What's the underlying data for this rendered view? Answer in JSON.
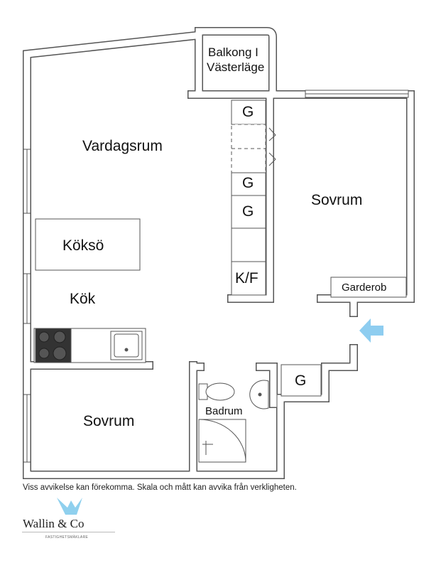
{
  "rooms": {
    "balcony": "Balkong I Västerläge",
    "balcony_line1": "Balkong I",
    "balcony_line2": "Västerläge",
    "living": "Vardagsrum",
    "island": "Köksö",
    "kitchen": "Kök",
    "bedroom_right": "Sovrum",
    "bedroom_left": "Sovrum",
    "bathroom": "Badrum",
    "wardrobe": "Garderob",
    "closet_g1": "G",
    "closet_g2": "G",
    "closet_g3": "G",
    "closet_g4": "G",
    "fridge": "K/F"
  },
  "disclaimer": "Viss avvikelse kan förekomma. Skala och mått kan avvika från verkligheten.",
  "brand": {
    "name": "Wallin & Co",
    "subtitle": "FASTIGHETSMÄKLARE"
  },
  "colors": {
    "wall": "#555555",
    "entrance_arrow": "#8ecdf0",
    "logo": "#8fd0ee"
  }
}
